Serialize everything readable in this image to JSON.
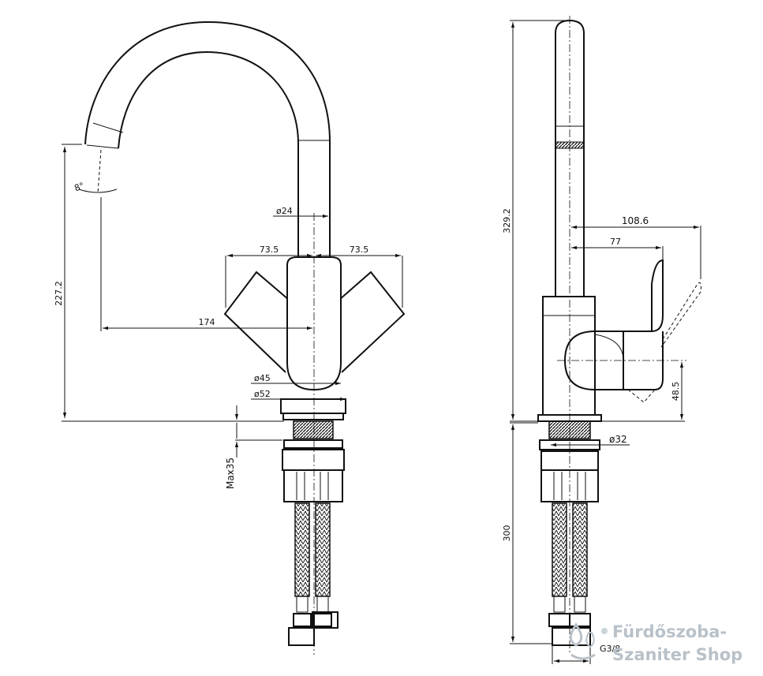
{
  "front_view": {
    "dim_height": "227.2",
    "dim_angle": "8°",
    "dim_reach": "174",
    "dim_tube_diameter": "ø24",
    "dim_handle_left": "73.5",
    "dim_handle_right": "73.5",
    "dim_body_diameter": "ø45",
    "dim_base_diameter": "ø52",
    "dim_max_thickness": "Max35"
  },
  "side_view": {
    "dim_total_height": "329.2",
    "dim_handle_reach": "108.6",
    "dim_lever_reach": "77",
    "dim_lever_height": "48.5",
    "dim_shank_diameter": "ø32",
    "dim_hose_length": "300",
    "dim_thread": "G3/8"
  },
  "watermark": {
    "line1": "Fürdőszoba-",
    "line2": "Szaniter Shop",
    "color": "#b9c1c9"
  }
}
